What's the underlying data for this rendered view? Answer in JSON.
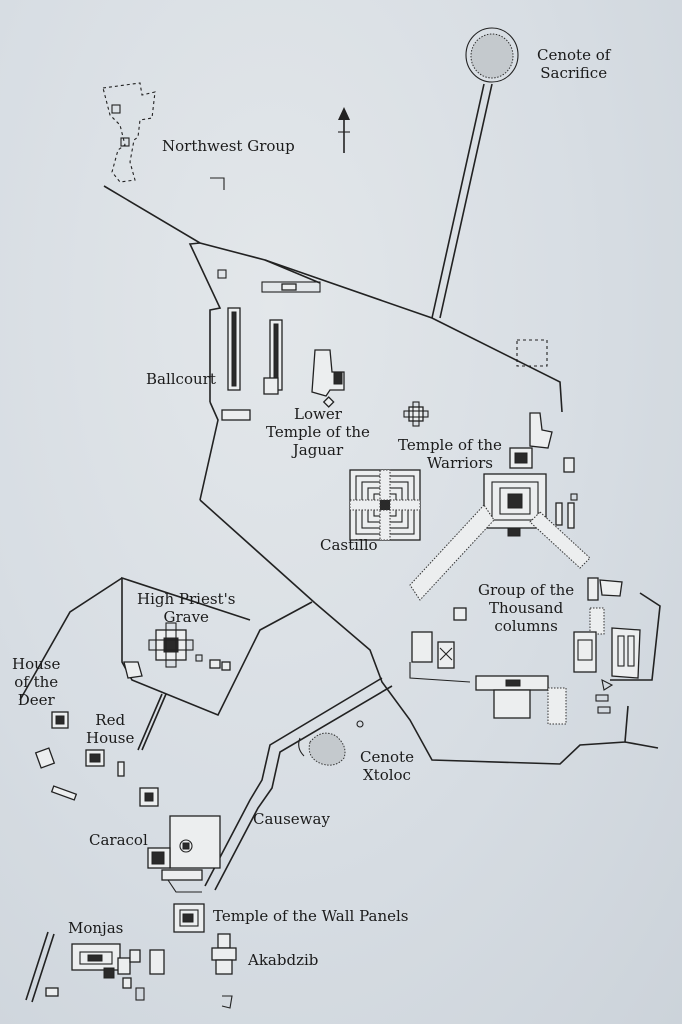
{
  "map": {
    "labels": {
      "cenote_sacrifice": [
        "Cenote of",
        "Sacrifice"
      ],
      "northwest_group": [
        "Northwest Group"
      ],
      "ballcourt": [
        "Ballcourt"
      ],
      "lower_temple": [
        "Lower",
        "Temple of the",
        "Jaguar"
      ],
      "temple_warriors": [
        "Temple of the",
        "Warriors"
      ],
      "castillo": [
        "Castillo"
      ],
      "thousand_columns": [
        "Group of the",
        "Thousand",
        "columns"
      ],
      "high_priest": [
        "High Priest's",
        "Grave"
      ],
      "house_deer": [
        "House",
        "of the",
        "Deer"
      ],
      "red_house": [
        "Red",
        "House"
      ],
      "cenote_xtoloc": [
        "Cenote",
        "Xtoloc"
      ],
      "causeway": [
        "Causeway"
      ],
      "caracol": [
        "Caracol"
      ],
      "wall_panels": [
        "Temple of the Wall Panels"
      ],
      "monjas": [
        "Monjas"
      ],
      "akabdzib": [
        "Akabdzib"
      ]
    },
    "icons": {
      "north": "north-arrow-icon"
    },
    "colors": {
      "ink": "#222222",
      "paper": "#d9dfe4"
    }
  }
}
